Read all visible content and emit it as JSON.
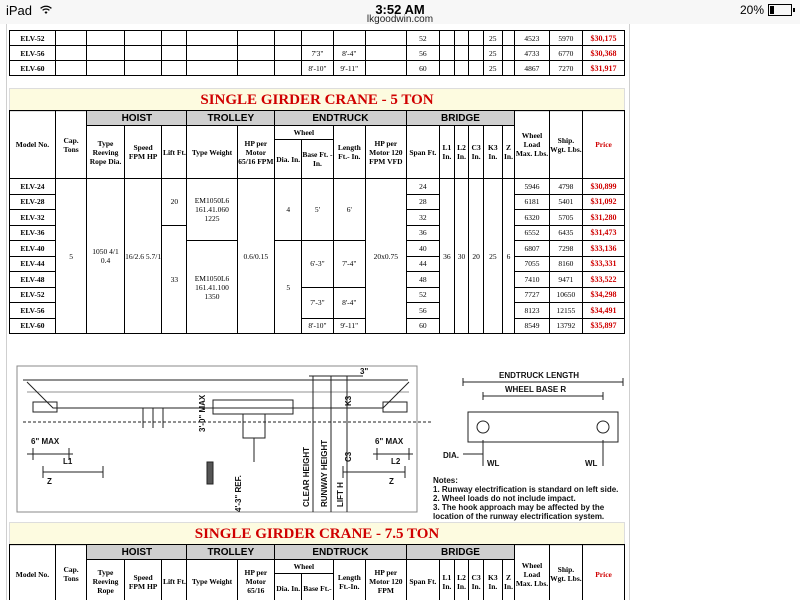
{
  "status_bar": {
    "device": "iPad",
    "time": "3:52 AM",
    "url": "lkgoodwin.com",
    "battery": "20%",
    "battery_level": 0.2
  },
  "top_table": {
    "rows": [
      {
        "model": "ELV-52",
        "span": "52",
        "k3": "25",
        "load": "4523",
        "wgt": "5970",
        "price": "$30,175"
      },
      {
        "model": "ELV-56",
        "span": "56",
        "k3": "25",
        "load": "4733",
        "wgt": "6770",
        "price": "$30,368"
      },
      {
        "model": "ELV-60",
        "span": "60",
        "k3": "25",
        "load": "4867",
        "wgt": "7270",
        "price": "$31,917"
      }
    ],
    "base_values": [
      "7'3\"",
      "8'-10\""
    ],
    "length_values": [
      "8'-4\"",
      "9'-11\""
    ]
  },
  "section1": {
    "title": "SINGLE GIRDER CRANE - 5 TON",
    "groups": {
      "hoist": "HOIST",
      "trolley": "TROLLEY",
      "endtruck": "ENDTRUCK",
      "bridge": "BRIDGE",
      "wheel": "Wheel"
    },
    "headers": {
      "model": "Model No.",
      "cap": "Cap. Tons",
      "rope": "Type Reeving Rope Dia.",
      "speed": "Speed FPM HP",
      "lift": "Lift Ft.",
      "ttype": "Type Weight",
      "hp": "HP per Motor 65/16 FPM",
      "dia": "Dia. In.",
      "base": "Base Ft. - In.",
      "length": "Length Ft.- In.",
      "hp120": "HP per Motor 120 FPM VFD",
      "span": "Span Ft.",
      "l1": "L1 In.",
      "l2": "L2 In.",
      "c3": "C3 In.",
      "k3": "K3 In.",
      "z": "Z In.",
      "load": "Wheel Load Max. Lbs.",
      "wgt": "Ship. Wgt. Lbs.",
      "price": "Price"
    },
    "merged": {
      "cap": "5",
      "rope": "1050 4/1 0.4",
      "speed": "16/2.6 5.7/1",
      "lift1": "20",
      "lift2": "33",
      "trolley1": "EM1050L6 161.41.060 1225",
      "trolley2": "EM1050L6 161.41.100 1350",
      "hp": "0.6/0.15",
      "dia1": "4",
      "dia2": "5",
      "hp120": "20x0.75",
      "l1": "36",
      "l2": "30",
      "c3": "20",
      "k3": "25",
      "z": "6"
    },
    "base_len": [
      {
        "base": "5'",
        "length": "6'"
      },
      {
        "base": "6'-3\"",
        "length": "7'-4\""
      },
      {
        "base": "7'-3\"",
        "length": "8'-4\""
      },
      {
        "base": "8'-10\"",
        "length": "9'-11\""
      }
    ],
    "rows": [
      {
        "model": "ELV-24",
        "span": "24",
        "load": "5946",
        "wgt": "4798",
        "price": "$30,899"
      },
      {
        "model": "ELV-28",
        "span": "28",
        "load": "6181",
        "wgt": "5401",
        "price": "$31,092"
      },
      {
        "model": "ELV-32",
        "span": "32",
        "load": "6320",
        "wgt": "5705",
        "price": "$31,280"
      },
      {
        "model": "ELV-36",
        "span": "36",
        "load": "6552",
        "wgt": "6435",
        "price": "$31,473"
      },
      {
        "model": "ELV-40",
        "span": "40",
        "load": "6807",
        "wgt": "7298",
        "price": "$33,136"
      },
      {
        "model": "ELV-44",
        "span": "44",
        "load": "7055",
        "wgt": "8160",
        "price": "$33,331"
      },
      {
        "model": "ELV-48",
        "span": "48",
        "load": "7410",
        "wgt": "9471",
        "price": "$33,522"
      },
      {
        "model": "ELV-52",
        "span": "52",
        "load": "7727",
        "wgt": "10650",
        "price": "$34,298"
      },
      {
        "model": "ELV-56",
        "span": "56",
        "load": "8123",
        "wgt": "12155",
        "price": "$34,491"
      },
      {
        "model": "ELV-60",
        "span": "60",
        "load": "8549",
        "wgt": "13792",
        "price": "$35,897"
      }
    ]
  },
  "diagram": {
    "labels": {
      "three": "3\"",
      "max30": "3'-0\" MAX",
      "k3": "K3",
      "c3": "C3",
      "clear": "CLEAR HEIGHT",
      "runway": "RUNWAY HEIGHT",
      "lift": "LIFT H",
      "max6_left": "6\" MAX",
      "max6_right": "6\" MAX",
      "l1": "L1",
      "l2": "L2",
      "z_left": "Z",
      "z_right": "Z",
      "ref": "4'-3\" REF.",
      "endtruck_length": "ENDTRUCK LENGTH",
      "wheel_base": "WHEEL BASE R",
      "dia": "DIA.",
      "wl1": "WL",
      "wl2": "WL"
    },
    "notes_title": "Notes:",
    "notes": [
      "1. Runway electrification is standard on left side.",
      "2. Wheel loads do not include impact.",
      "3. The hook approach may be affected by the location of the runway electrification system."
    ]
  },
  "section2": {
    "title": "SINGLE GIRDER CRANE - 7.5 TON",
    "groups": {
      "hoist": "HOIST",
      "trolley": "TROLLEY",
      "endtruck": "ENDTRUCK",
      "bridge": "BRIDGE",
      "wheel": "Wheel"
    },
    "headers": {
      "model": "Model No.",
      "cap": "Cap. Tons",
      "rope": "Type Reeving Rope",
      "speed": "Speed FPM HP",
      "lift": "Lift Ft.",
      "ttype": "Type Weight",
      "hp": "HP per Motor 65/16",
      "dia": "Dia. In.",
      "base": "Base Ft.-",
      "length": "Length Ft.-In.",
      "hp120": "HP per Motor 120 FPM",
      "span": "Span Ft.",
      "l1": "L1 In.",
      "l2": "L2 In.",
      "c3": "C3 In.",
      "k3": "K3 In.",
      "z": "Z In.",
      "load": "Wheel Load Max. Lbs.",
      "wgt": "Ship. Wgt. Lbs.",
      "price": "Price"
    }
  }
}
